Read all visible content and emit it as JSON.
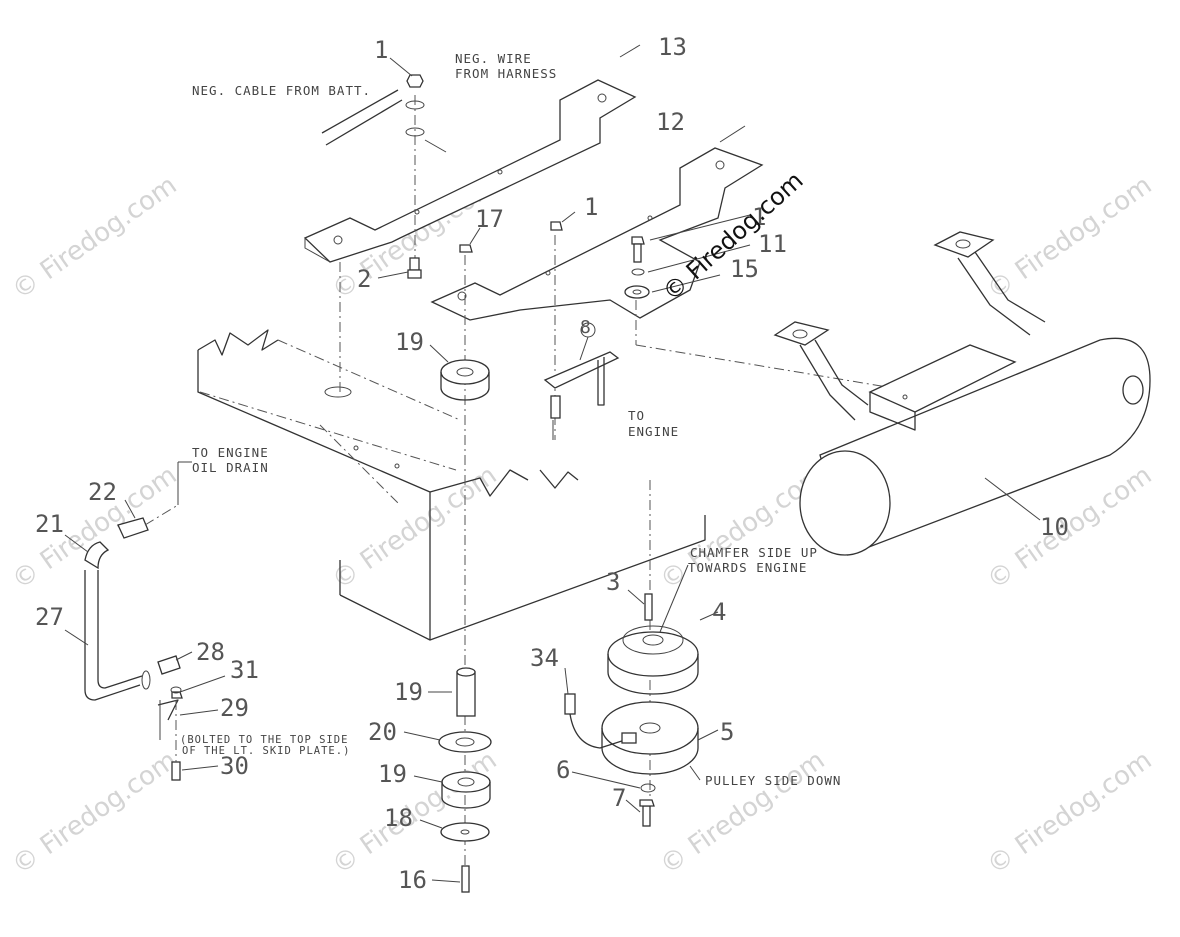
{
  "watermark": {
    "main": "© Firedog.com",
    "tile": "© Firedog.com"
  },
  "callouts": {
    "c1a": "1",
    "c13": "13",
    "c12": "12",
    "c1b": "1",
    "c17": "17",
    "c1c": "1",
    "c11": "11",
    "c15": "15",
    "c2": "2",
    "c19a": "19",
    "c8": "8",
    "c22": "22",
    "c21": "21",
    "c27": "27",
    "c28": "28",
    "c31": "31",
    "c29": "29",
    "c30": "30",
    "c19b": "19",
    "c20": "20",
    "c19c": "19",
    "c18": "18",
    "c16": "16",
    "c3": "3",
    "c4": "4",
    "c34": "34",
    "c5": "5",
    "c6": "6",
    "c7": "7",
    "c10": "10"
  },
  "notes": {
    "neg_cable": "NEG. CABLE FROM BATT.",
    "neg_wire_1": "NEG. WIRE",
    "neg_wire_2": "FROM HARNESS",
    "to_engine_1": "TO",
    "to_engine_2": "ENGINE",
    "oil_drain_1": "TO ENGINE",
    "oil_drain_2": "OIL DRAIN",
    "bolted_1": "(BOLTED TO THE TOP SIDE",
    "bolted_2": "OF THE LT. SKID PLATE.)",
    "chamfer_1": "CHAMFER SIDE UP",
    "chamfer_2": "TOWARDS ENGINE",
    "pulley_side": "PULLEY SIDE DOWN"
  }
}
